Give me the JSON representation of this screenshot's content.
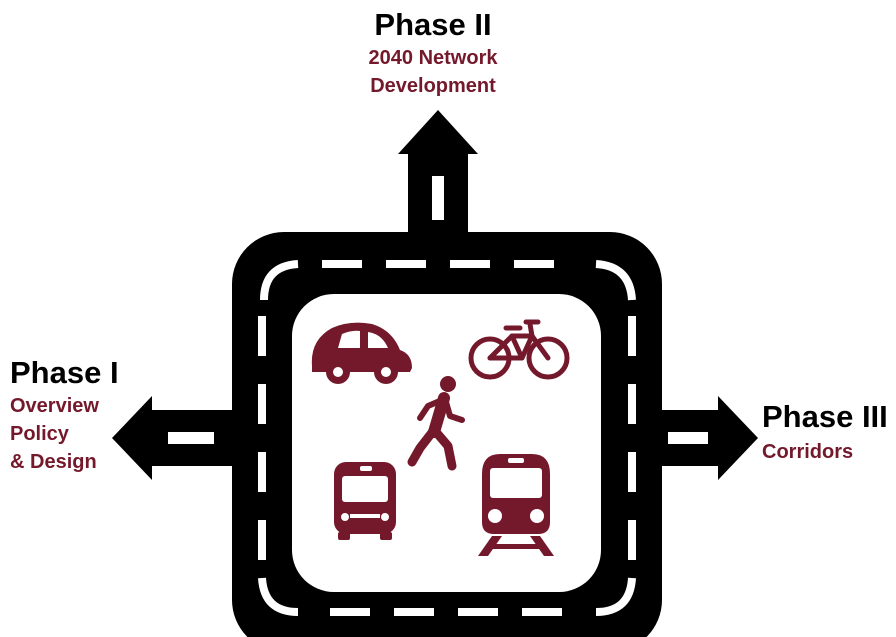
{
  "colors": {
    "road": "#000000",
    "lane_marking": "#ffffff",
    "accent": "#74192b",
    "background": "#ffffff"
  },
  "phases": {
    "phase1": {
      "title": "Phase I",
      "lines": [
        "Overview",
        "Policy",
        "& Design"
      ]
    },
    "phase2": {
      "title": "Phase II",
      "lines": [
        "2040 Network",
        "Development"
      ]
    },
    "phase3": {
      "title": "Phase III",
      "lines": [
        "Corridors"
      ]
    }
  },
  "icons": [
    "car-icon",
    "bicycle-icon",
    "pedestrian-icon",
    "bus-icon",
    "train-icon"
  ]
}
